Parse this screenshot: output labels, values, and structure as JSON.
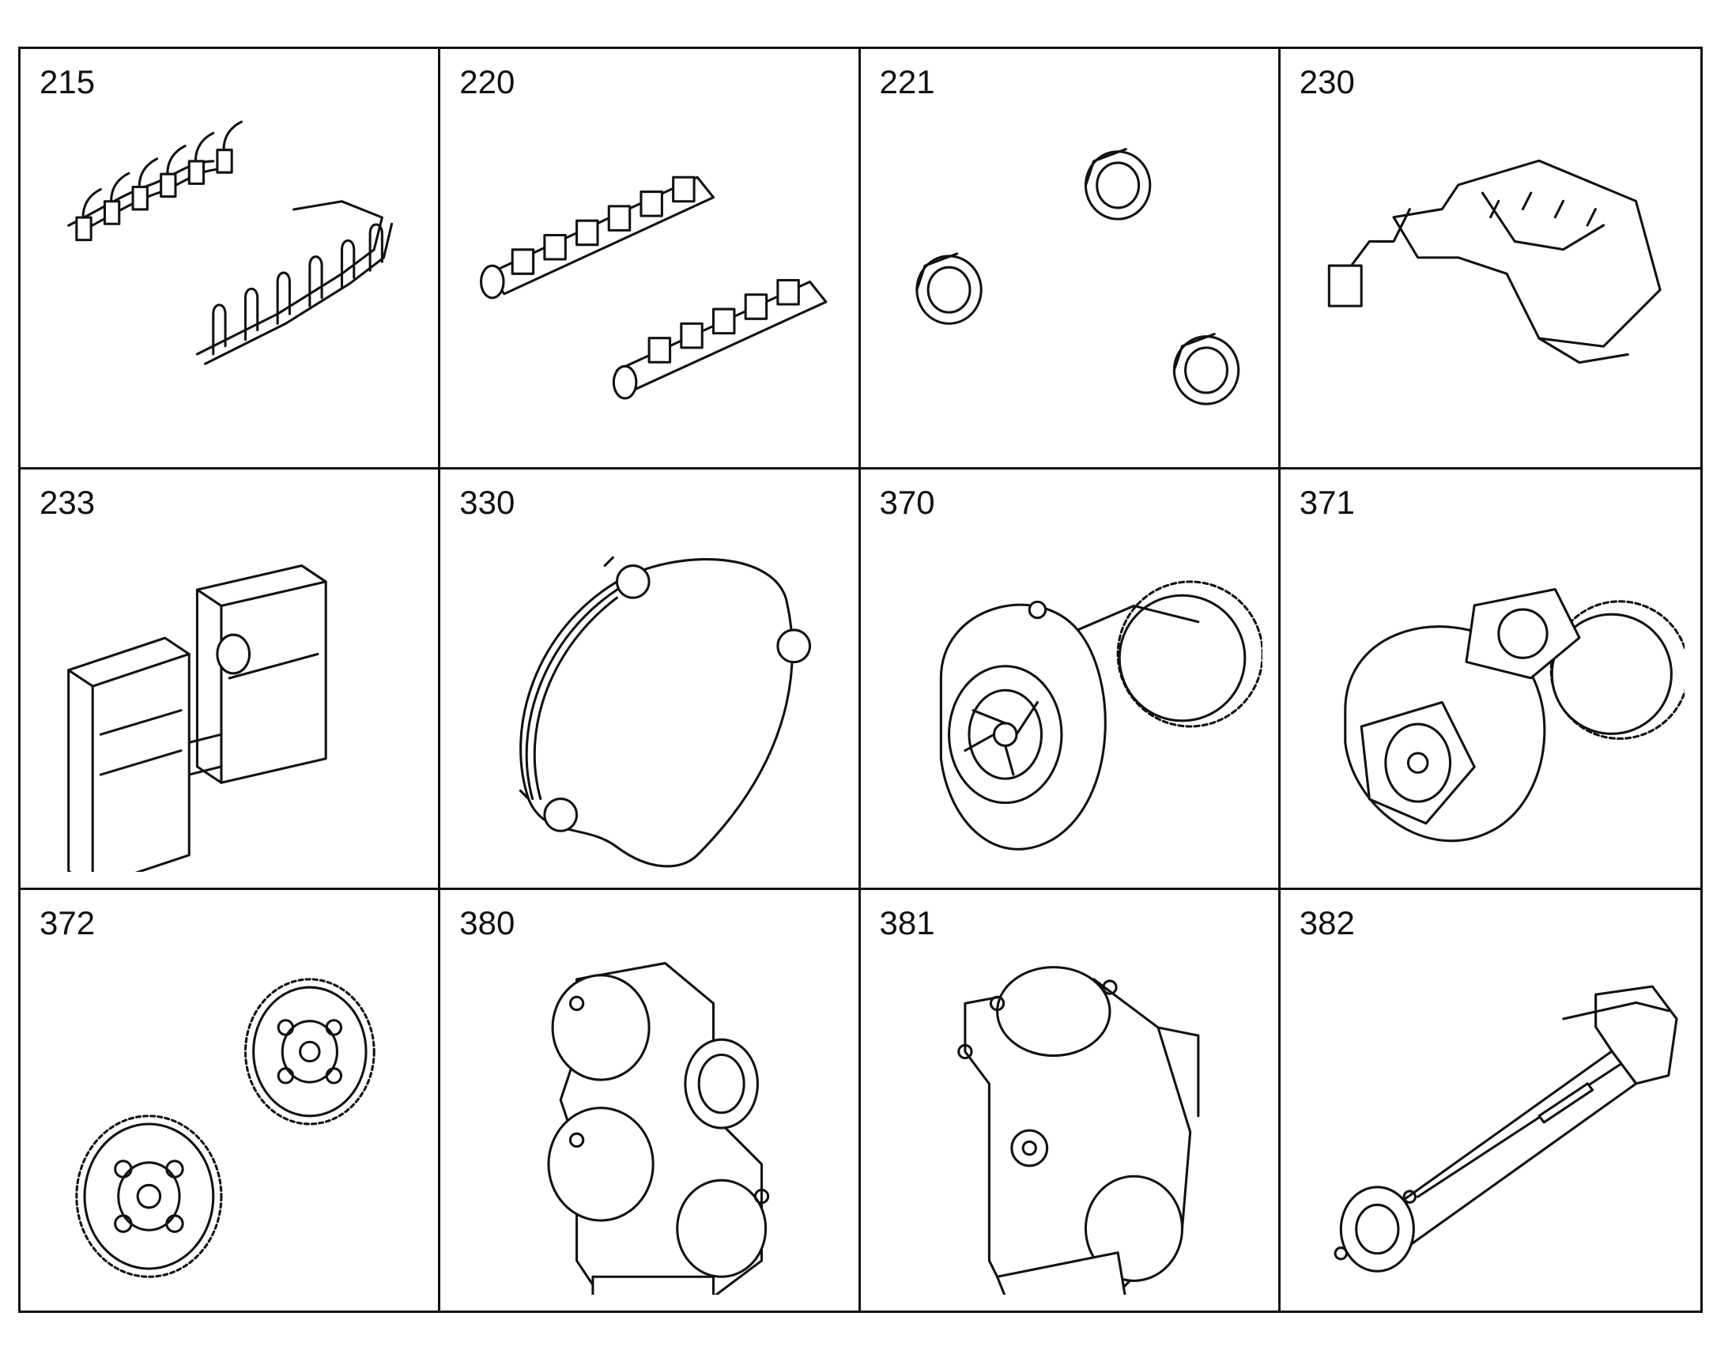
{
  "cells": [
    {
      "label": "215",
      "icon": "injection-lines-icon"
    },
    {
      "label": "220",
      "icon": "exhaust-manifold-icon"
    },
    {
      "label": "221",
      "icon": "pipe-couplings-icon"
    },
    {
      "label": "230",
      "icon": "egr-module-icon"
    },
    {
      "label": "233",
      "icon": "aftertreatment-box-icon"
    },
    {
      "label": "330",
      "icon": "timing-cover-icon"
    },
    {
      "label": "370",
      "icon": "water-pump-icon"
    },
    {
      "label": "371",
      "icon": "water-pump-icon"
    },
    {
      "label": "372",
      "icon": "gear-wheel-icon"
    },
    {
      "label": "380",
      "icon": "gear-housing-icon"
    },
    {
      "label": "381",
      "icon": "gear-housing-icon"
    },
    {
      "label": "382",
      "icon": "drive-shaft-icon"
    }
  ]
}
